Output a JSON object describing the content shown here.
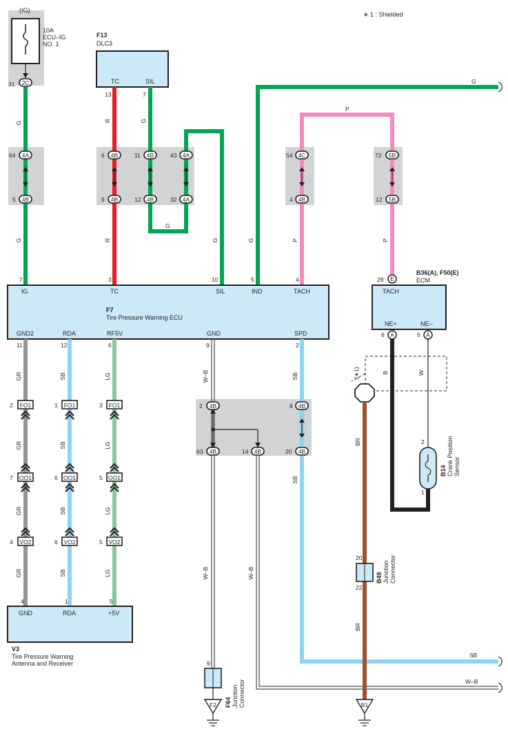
{
  "note": "∗ 1 : Shielded",
  "fuse": {
    "supply": "(IG)",
    "rating": "10A",
    "name1": "ECU–IG",
    "name2": "NO. 1",
    "pin": "31",
    "conn": "2C",
    "wire": "G"
  },
  "dlc3": {
    "id": "F13",
    "name": "DLC3",
    "tc": "TC",
    "sil": "SIL",
    "pin_tc": "13",
    "pin_sil": "7",
    "wire_tc": "R",
    "wire_sil": "G"
  },
  "jb_upper": {
    "a": {
      "top_pin": "64",
      "top_conn": "4A",
      "bot_pin": "5",
      "bot_conn": "4B"
    },
    "b": {
      "p1": "6",
      "c1": "4B",
      "p2": "9",
      "c2": "4B",
      "p3": "11",
      "c3": "4B",
      "p4": "12",
      "c4": "4B",
      "p5": "43",
      "c5": "4A",
      "p6": "32",
      "c6": "4A",
      "loop_wire": "G"
    },
    "c": {
      "top_pin": "54",
      "top_conn": "4C",
      "bot_pin": "4",
      "bot_conn": "4B"
    },
    "d": {
      "top_pin": "72",
      "top_conn": "5B",
      "bot_pin": "12",
      "bot_conn": "5B"
    }
  },
  "wires_upper": {
    "ig": "G",
    "tc": "R",
    "sil": "G",
    "ind": "G",
    "tach": "P",
    "ecm_tach": "P",
    "top_p": "P",
    "top_g": "G"
  },
  "ecu": {
    "id": "F7",
    "name": "Tire Pressure Warning ECU",
    "top": {
      "ig": "IG",
      "tc": "TC",
      "sil": "SIL",
      "ind": "IND",
      "tach": "TACH",
      "pin_ig": "7",
      "pin_tc": "3",
      "pin_sil": "10",
      "pin_ind": "5",
      "pin_tach": "4"
    },
    "bottom": {
      "gnd2": "GND2",
      "rda": "RDA",
      "rf5v": "RF5V",
      "gnd": "GND",
      "spd": "SPD",
      "pin_gnd2": "11",
      "pin_rda": "12",
      "pin_rf5v": "6",
      "pin_gnd": "9",
      "pin_spd": "2"
    }
  },
  "ecm": {
    "id": "B36(A), F50(E)",
    "name": "ECM",
    "tach": "TACH",
    "tach_pin": "29",
    "tach_conn": "E",
    "nep": "NE+",
    "nen": "NE–",
    "nep_pin": "6",
    "nen_pin": "5",
    "conn": "A",
    "wire_nep": "B",
    "wire_nen": "W"
  },
  "sensor": {
    "id": "B14",
    "name1": "Crank Position",
    "name2": "Sensor",
    "pin_top": "2",
    "pin_bot": "1"
  },
  "shield": {
    "label": "(∗1)"
  },
  "lower_wires": {
    "gr": "GR",
    "sb": "SB",
    "lg": "LG",
    "wb": "W–B",
    "br": "BR"
  },
  "connectors": {
    "fo1": "FO1",
    "oo1": "OO1",
    "vo2": "VO2",
    "gr_pins": [
      "2",
      "7",
      "4"
    ],
    "sb_pins": [
      "1",
      "6",
      "6"
    ],
    "lg_pins": [
      "3",
      "5",
      "5"
    ]
  },
  "jb_lower": {
    "p_gnd_in": "2",
    "c_gnd_in": "4B",
    "p_spd_in": "8",
    "c_spd_in": "4B",
    "p_gnd_out1": "63",
    "c_gnd_out1": "4B",
    "p_gnd_out2": "14",
    "c_gnd_out2": "4B",
    "p_spd_out": "20",
    "c_spd_out": "4B"
  },
  "receiver": {
    "id": "V3",
    "name1": "Tire Pressure Warning",
    "name2": "Antenna and Receiver",
    "gnd": "GND",
    "rda": "RDA",
    "v5": "+5V",
    "pin_gnd": "4",
    "pin_rda": "1",
    "pin_v5": "5"
  },
  "f64": {
    "id": "F64",
    "name1": "Junction",
    "name2": "Connector",
    "pin": "9",
    "ground": "F2"
  },
  "b49": {
    "id": "B49",
    "name1": "Junction",
    "name2": "Connector",
    "pin_top": "20",
    "pin_bot": "22",
    "ground": "B1"
  },
  "edge_labels": {
    "sb": "SB",
    "wb": "W–B",
    "g": "G"
  }
}
